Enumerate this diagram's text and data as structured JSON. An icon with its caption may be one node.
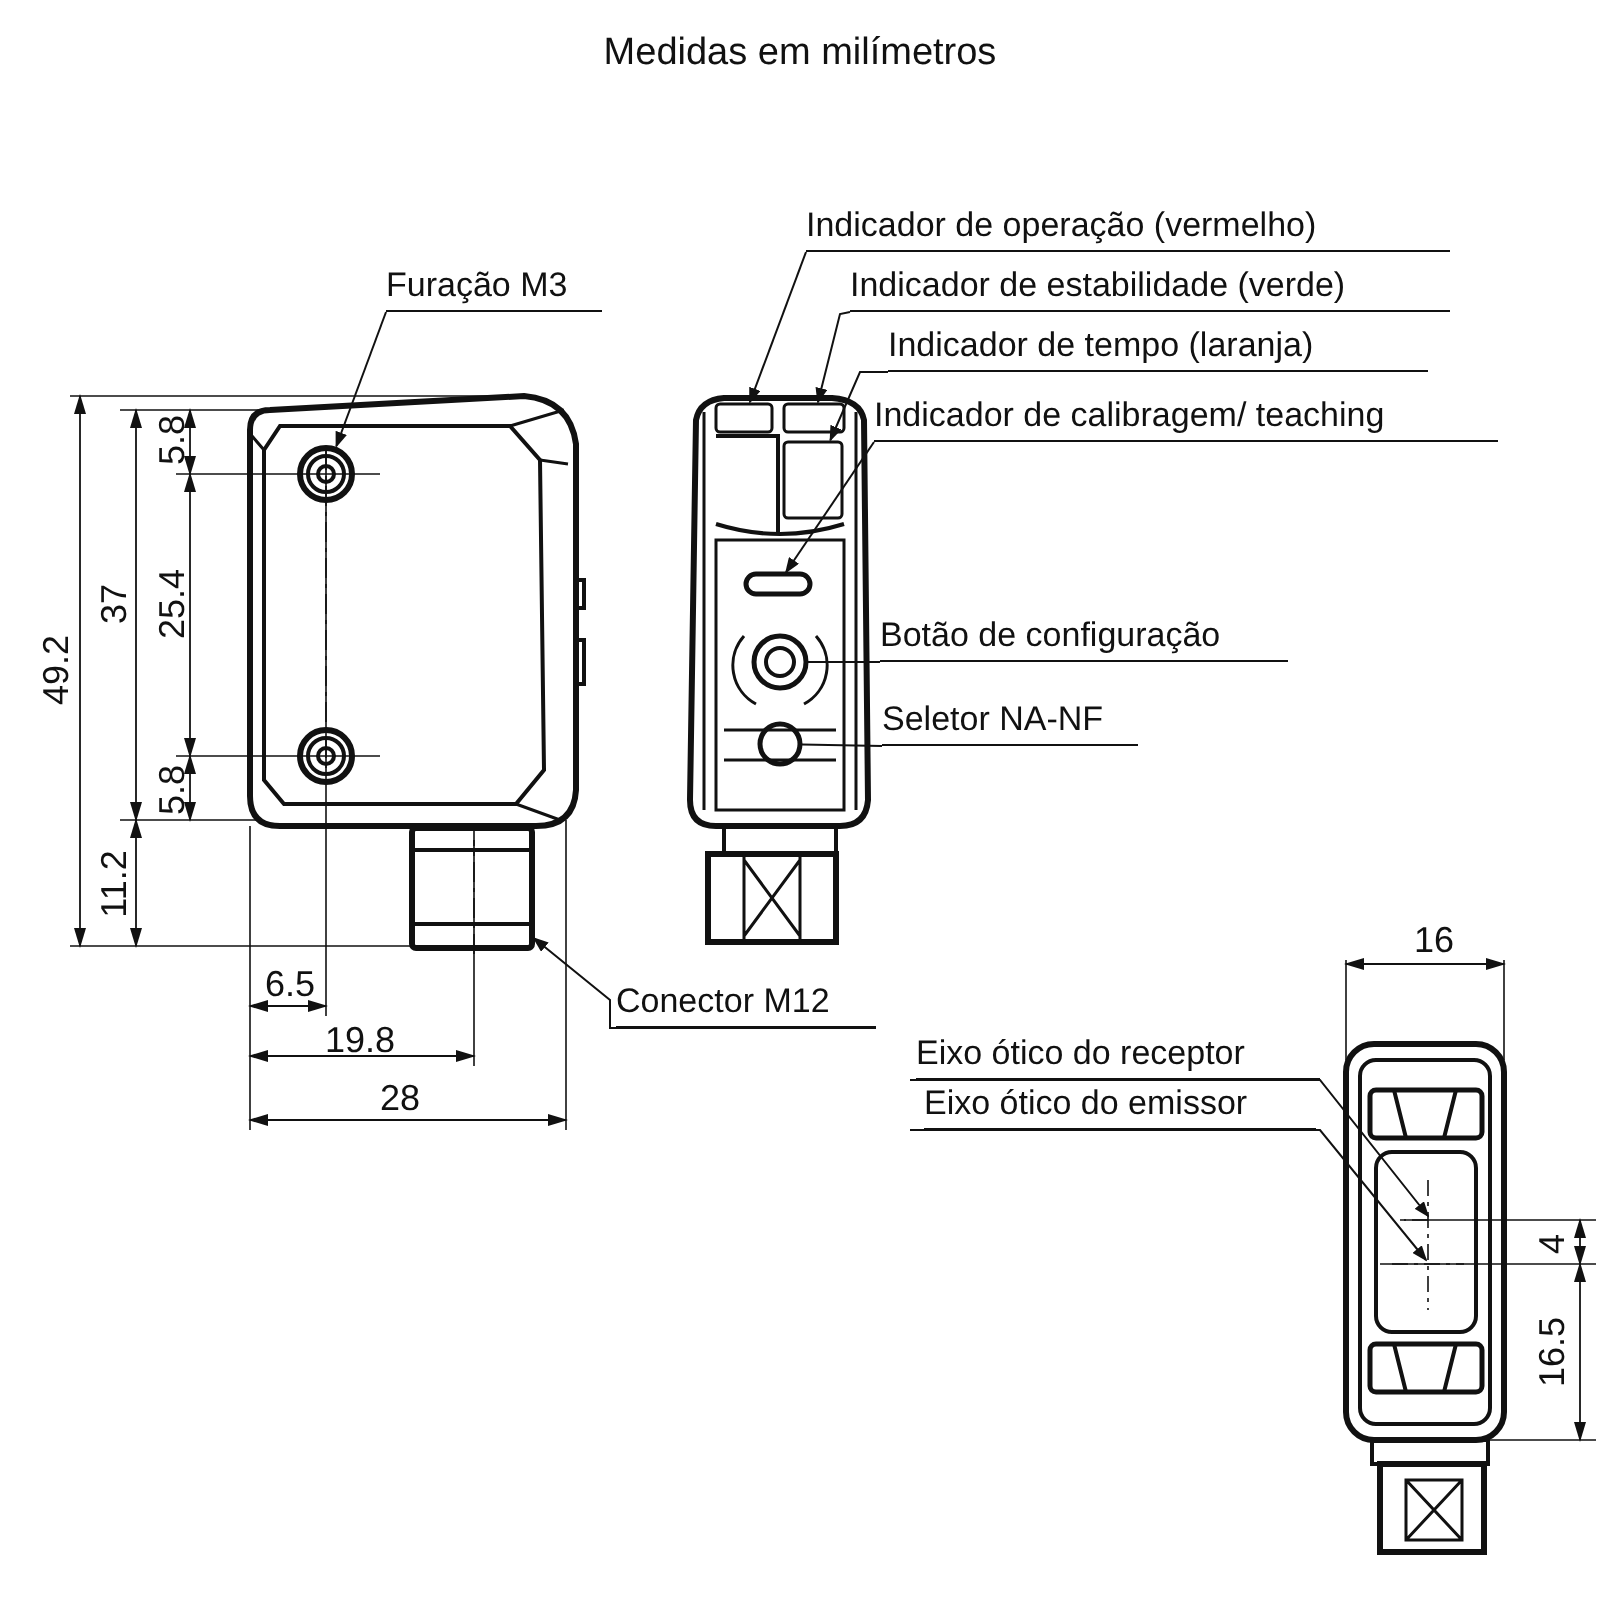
{
  "diagram": {
    "title": "Medidas em milímetros",
    "nodes": [
      {
        "text": [
          "Furação M3"
        ]
      },
      {
        "text": [
          "Indicador de operação (vermelho)"
        ]
      },
      {
        "text": [
          "Indicador de estabilidade (verde)"
        ]
      },
      {
        "text": [
          "Indicador de tempo (laranja)"
        ]
      },
      {
        "text": [
          "Indicador de calibragem/ teaching"
        ]
      },
      {
        "text": [
          "Botão de configuração"
        ]
      },
      {
        "text": [
          "Seletor NA-NF"
        ]
      },
      {
        "text": [
          "Conector M12"
        ]
      },
      {
        "text": [
          "Eixo ótico do receptor"
        ]
      },
      {
        "text": [
          "Eixo ótico do emissor"
        ]
      },
      {
        "text": [],
        "shape": "circle"
      },
      {
        "text": [],
        "shape": "box"
      },
      {
        "text": [],
        "shape": "box"
      },
      {
        "text": [],
        "shape": "box"
      },
      {
        "text": [],
        "shape": "bar"
      },
      {
        "text": [],
        "shape": "circle"
      },
      {
        "text": [],
        "shape": "circle"
      },
      {
        "text": [],
        "shape": "box"
      }
    ],
    "edges": [
      {
        "from": 0,
        "to": 10,
        "arrow": "to"
      },
      {
        "from": 1,
        "to": 11,
        "arrow": "to"
      },
      {
        "from": 2,
        "to": 12,
        "arrow": "to"
      },
      {
        "from": 3,
        "to": 13,
        "arrow": "to"
      },
      {
        "from": 4,
        "to": 14,
        "arrow": "to"
      },
      {
        "from": 5,
        "to": 15,
        "arrow": "none"
      },
      {
        "from": 6,
        "to": 16,
        "arrow": "none"
      },
      {
        "from": 7,
        "to": 17,
        "arrow": "to"
      },
      {
        "from": 8,
        "to": null,
        "arrow": "to"
      },
      {
        "from": 9,
        "to": null,
        "arrow": "to"
      }
    ],
    "labels": [
      "5.8",
      "49.2",
      "37",
      "25.4",
      "5.8",
      "11.2",
      "6.5",
      "19.8",
      "28",
      "16",
      "4",
      "16.5"
    ]
  }
}
